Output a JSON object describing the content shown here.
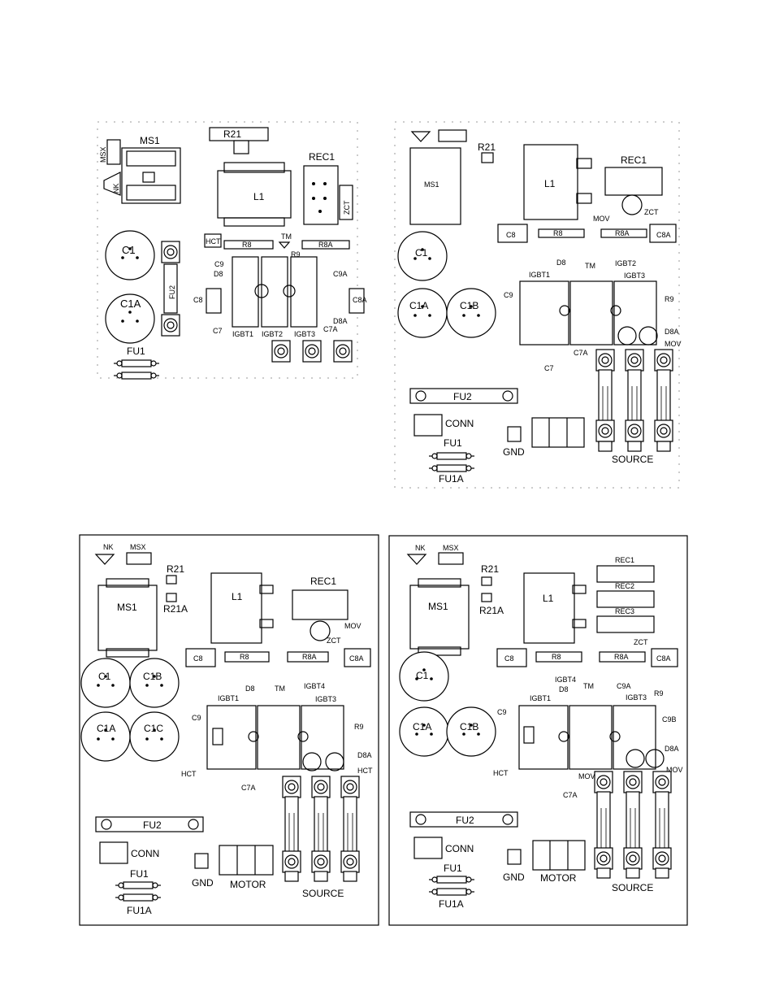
{
  "panels": {
    "a": {
      "labels": [
        "R21",
        "MS1",
        "MSX",
        "NK",
        "L1",
        "REC1",
        "ZCT",
        "HCT",
        "TM",
        "R8",
        "R8A",
        "R9",
        "C9",
        "D8",
        "C9A",
        "C1",
        "FU2",
        "C8",
        "C8A",
        "C1A",
        "C7",
        "IGBT1",
        "IGBT2",
        "IGBT3",
        "D8A",
        "C7A",
        "FU1"
      ]
    },
    "b": {
      "labels": [
        "R21",
        "L1",
        "REC1",
        "MOV",
        "ZCT",
        "MS1",
        "C8",
        "R8",
        "R8A",
        "C8A",
        "C1",
        "D8",
        "TM",
        "IGBT2",
        "IGBT1",
        "IGBT3",
        "C9",
        "R9",
        "C1A",
        "C1B",
        "D8A",
        "C7A",
        "MOV",
        "C7",
        "FU2",
        "CONN",
        "FU1",
        "FU1A",
        "GND",
        "SOURCE"
      ]
    },
    "c": {
      "labels": [
        "NK",
        "MSX",
        "R21",
        "R21A",
        "MS1",
        "L1",
        "REC1",
        "MOV",
        "ZCT",
        "C8",
        "R8",
        "R8A",
        "C8A",
        "C1",
        "C1B",
        "D8",
        "TM",
        "IGBT4",
        "IGBT1",
        "IGBT3",
        "C9",
        "R9",
        "C1A",
        "C1C",
        "D8A",
        "HCT",
        "C7A",
        "HCT",
        "FU2",
        "CONN",
        "GND",
        "MOTOR",
        "SOURCE",
        "FU1",
        "FU1A"
      ]
    },
    "d": {
      "labels": [
        "NK",
        "MSX",
        "R21",
        "R21A",
        "MS1",
        "L1",
        "REC1",
        "REC2",
        "REC3",
        "ZCT",
        "C8",
        "R8",
        "R8A",
        "C8A",
        "C1",
        "IGBT4",
        "D8",
        "TM",
        "C9A",
        "R9",
        "IGBT1",
        "IGBT3",
        "C9",
        "C9B",
        "C1A",
        "C1B",
        "D8A",
        "HCT",
        "MOV",
        "MOV",
        "C7A",
        "FU2",
        "CONN",
        "FU1",
        "FU1A",
        "GND",
        "MOTOR",
        "SOURCE"
      ]
    }
  }
}
